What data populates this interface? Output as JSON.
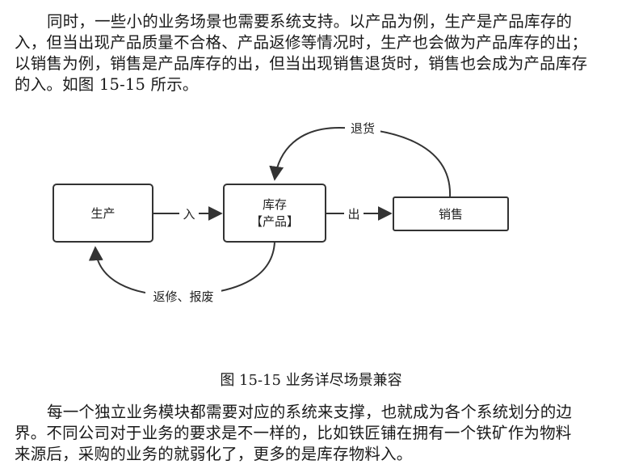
{
  "paragraph_1": {
    "lines": [
      "同时，一些小的业务场景也需要系统支持。以产品为例，生产是产品库存的",
      "入，但当出现产品质量不合格、产品返修等情况时，生产也会做为产品库存的出；",
      "以销售为例，销售是产品库存的出，但当出现销售退货时，销售也会成为产品库存",
      "的入。如图 15-15 所示。"
    ]
  },
  "diagram": {
    "nodes": {
      "production": "生产",
      "inventory_line1": "库存",
      "inventory_line2": "【产品】",
      "sales": "销售"
    },
    "edges": {
      "in": "入",
      "out": "出",
      "return": "退货",
      "repair": "返修、报废"
    },
    "stroke_color": "#333333"
  },
  "caption": "图 15-15  业务详尽场景兼容",
  "paragraph_2": {
    "lines": [
      "每一个独立业务模块都需要对应的系统来支撑，也就成为各个系统划分的边",
      "界。不同公司对于业务的要求是不一样的，比如铁匠铺在拥有一个铁矿作为物料",
      "来源后，采购的业务的就弱化了，更多的是库存物料入。"
    ]
  }
}
